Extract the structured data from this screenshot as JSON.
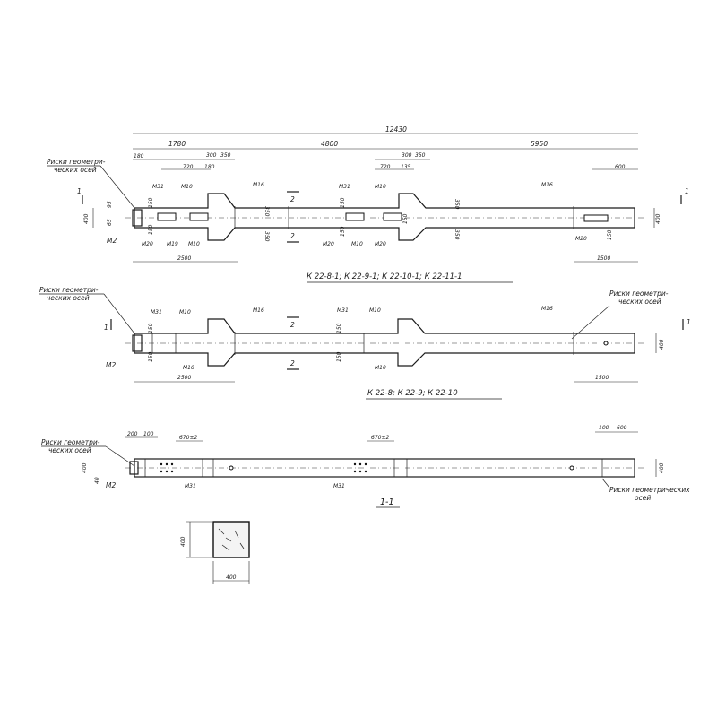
{
  "top_view": {
    "dims": {
      "overall": "12430",
      "d1780": "1780",
      "d4800": "4800",
      "d5950": "5950",
      "d180": "180",
      "d720a": "720",
      "d300a": "300",
      "d350a": "350",
      "d180b": "180",
      "d720b": "720",
      "d300b": "300",
      "d350b": "350",
      "d135": "135",
      "d600": "600",
      "d2500": "2500",
      "d1500": "1500",
      "h400a": "400",
      "h400b": "400",
      "h95": "95",
      "h65": "65",
      "h150a": "150",
      "h150b": "150",
      "h350a": "350",
      "h350b": "350",
      "h150c": "150",
      "h150d": "150",
      "h350c": "350",
      "h350d": "350",
      "h150e": "150",
      "h150f": "150"
    },
    "labels": {
      "axis_note": "Риски геометри-",
      "axis_note2": "ческих осей",
      "m31a": "М31",
      "m10a": "М10",
      "m16a": "М16",
      "m31b": "М31",
      "m10b": "М10",
      "m16b": "М16",
      "m2": "М2",
      "m20a": "М20",
      "m19": "М19",
      "m10c": "М10",
      "m20b": "М20",
      "m10d": "М10",
      "m20c": "М20",
      "m20d": "М20",
      "sec1l": "1",
      "sec1r": "1",
      "sec2t": "2",
      "sec2b": "2"
    },
    "caption": "К 22-8-1; К 22-9-1; К 22-10-1; К 22-11-1"
  },
  "middle_view": {
    "labels": {
      "axis_note": "Риски геометри-",
      "axis_note2": "ческих осей",
      "axis_note_r": "Риски геометри-",
      "axis_note_r2": "ческих осей",
      "m31a": "М31",
      "m10a": "М10",
      "m16a": "М16",
      "m31b": "М31",
      "m10b": "М10",
      "m16b": "М16",
      "m2": "М2",
      "m10c": "М10",
      "m10d": "М10",
      "sec1l": "1",
      "sec1r": "1",
      "sec2t": "2",
      "sec2b": "2"
    },
    "dims": {
      "d2500": "2500",
      "d1500": "1500",
      "h400": "400",
      "h150a": "150",
      "h150b": "150",
      "h150c": "150",
      "h150d": "150"
    },
    "caption": "К 22-8; К 22-9; К 22-10"
  },
  "bottom_view": {
    "labels": {
      "axis_note": "Риски геометри-",
      "axis_note2": "ческих осей",
      "axis_note_r": "Риски геометрических",
      "axis_note_r2": "осей",
      "m2": "М2",
      "m31a": "М31",
      "m31b": "М31"
    },
    "dims": {
      "d200": "200",
      "d100a": "100",
      "d670a": "670±2",
      "d670b": "670±2",
      "d100b": "100",
      "d600": "600",
      "h400a": "400",
      "h400b": "400",
      "h40": "40"
    },
    "section_title": "1-1"
  },
  "section_detail": {
    "h": "400",
    "w": "400"
  }
}
